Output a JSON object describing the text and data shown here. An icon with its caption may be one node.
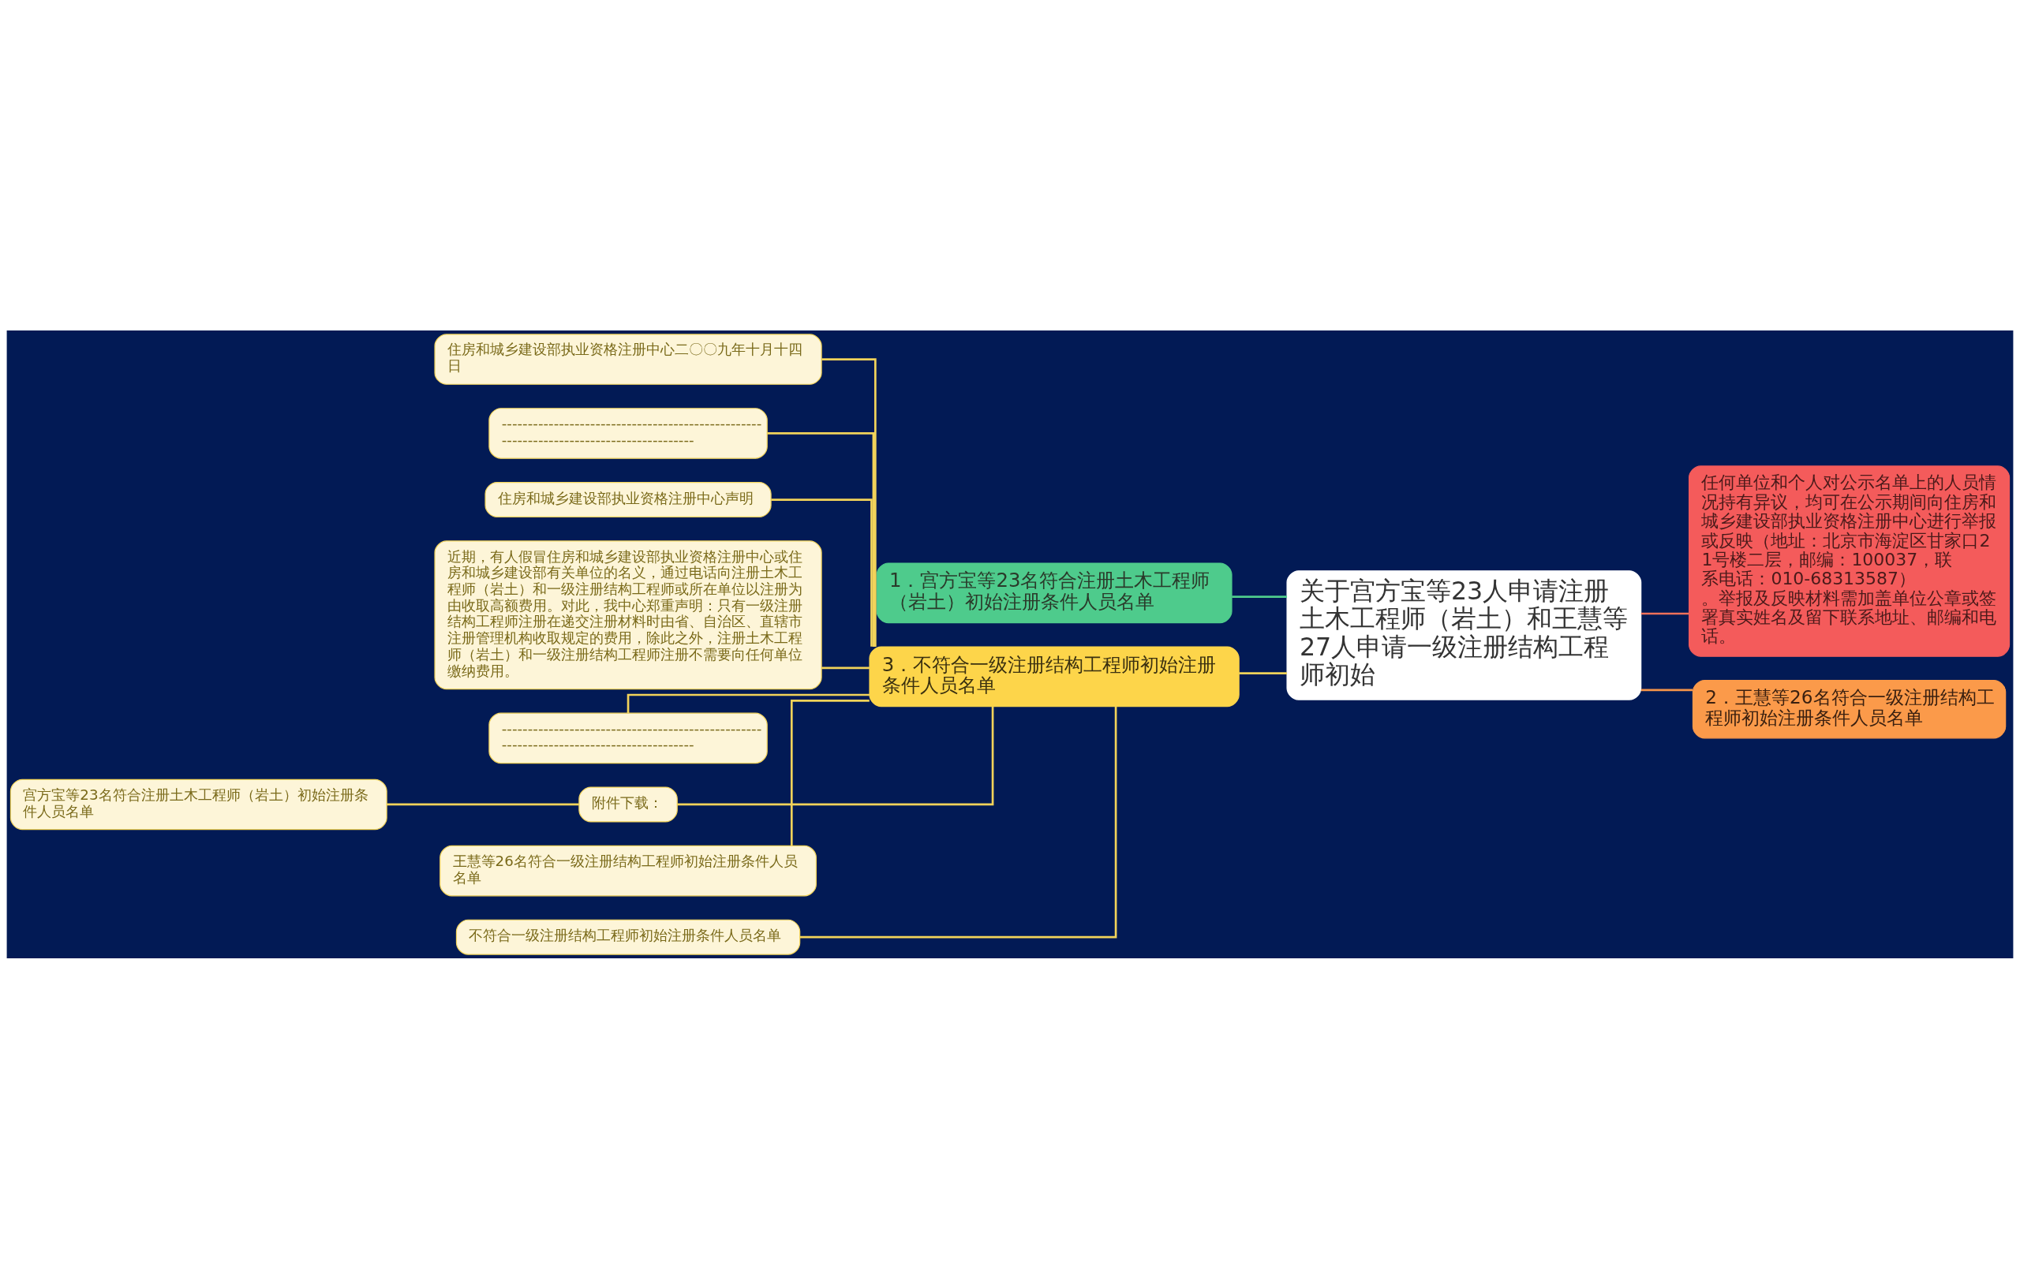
{
  "diagram": {
    "nodes": [
      {
        "text": [
          "关于宫方宝等23人申请注册土木工程师（岩土）和王慧等27人申请一级注册结构工程师初始"
        ]
      },
      {
        "text": [
          "1．宫方宝等23名符合注册土木工程师（岩土）初始注册条件人员名单"
        ]
      },
      {
        "text": [
          "任何单位和个人对公示名单上的人员情况持有异议，均可在公示期间向住房和城乡建设部执业资格注册中心进行举报或反映（地址：北京市海淀区甘家口21号楼二层，邮编：100037，联系电话：010-68313587）。举报及反映材料需加盖单位公章或签署真实姓名及留下联系地址、邮编和电话。"
        ]
      },
      {
        "text": [
          "3．不符合一级注册结构工程师初始注册条件人员名单"
        ]
      },
      {
        "text": [
          "住房和城乡建设部执业资格注册中心二〇〇九年十月十四日"
        ]
      },
      {
        "text": [
          "---------------------------------------------------------------------------------------"
        ]
      },
      {
        "text": [
          "住房和城乡建设部执业资格注册中心声明"
        ]
      },
      {
        "text": [
          "近期，有人假冒住房和城乡建设部执业资格注册中心或住房和城乡建设部有关单位的名义，通过电话向注册土木工程师（岩土）和一级注册结构工程师或所在单位以注册为由收取高额费用。对此，我中心郑重声明：只有一级注册结构工程师注册在递交注册材料时由省、自治区、直辖市注册管理机构收取规定的费用，除此之外，注册土木工程师（岩土）和一级注册结构工程师注册不需要向任何单位缴纳费用。"
        ]
      },
      {
        "text": [
          "---------------------------------------------------------------------------------------"
        ]
      },
      {
        "text": [
          "附件下载："
        ]
      },
      {
        "text": [
          "宫方宝等23名符合注册土木工程师（岩土）初始注册条件人员名单"
        ]
      },
      {
        "text": [
          "王慧等26名符合一级注册结构工程师初始注册条件人员名单"
        ]
      },
      {
        "text": [
          "不符合一级注册结构工程师初始注册条件人员名单"
        ]
      },
      {
        "text": [
          "2．王慧等26名符合一级注册结构工程师初始注册条件人员名单"
        ]
      }
    ],
    "edges": [
      {
        "from": 0,
        "to": 1,
        "arrow": "none",
        "color": "#4ecb8c"
      },
      {
        "from": 0,
        "to": 3,
        "arrow": "none"
      },
      {
        "from": 0,
        "to": 2,
        "arrow": "none",
        "color": "#f0705a"
      },
      {
        "from": 0,
        "to": 13,
        "arrow": "none",
        "color": "#f5944a"
      },
      {
        "from": 3,
        "to": 4,
        "arrow": "none"
      },
      {
        "from": 3,
        "to": 5,
        "arrow": "none"
      },
      {
        "from": 3,
        "to": 6,
        "arrow": "none"
      },
      {
        "from": 3,
        "to": 7,
        "arrow": "none"
      },
      {
        "from": 3,
        "to": 8,
        "arrow": "none"
      },
      {
        "from": 3,
        "to": 9,
        "arrow": "none"
      },
      {
        "from": 9,
        "to": 10,
        "arrow": "none"
      },
      {
        "from": 3,
        "to": 11,
        "arrow": "none"
      },
      {
        "from": 3,
        "to": 12,
        "arrow": "none"
      }
    ]
  }
}
